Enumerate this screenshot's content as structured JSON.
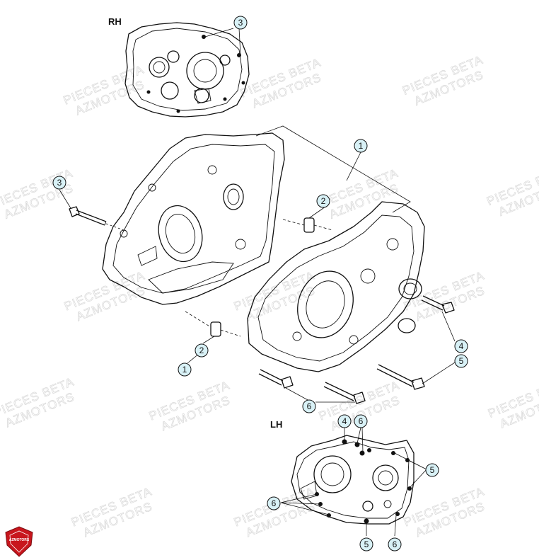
{
  "views": {
    "rh_label": "RH",
    "lh_label": "LH"
  },
  "watermark": {
    "line1": "PIECES BETA",
    "line2": "AZMOTORS"
  },
  "logo": {
    "text": "AZMOTORS",
    "color": "#c8161d"
  },
  "accent_color": "#d8f1f6",
  "callouts": {
    "rh_3": "3",
    "main_1_top": "1",
    "main_2_top": "2",
    "main_3_left": "3",
    "main_4": "4",
    "main_5": "5",
    "main_2_bottom": "2",
    "main_1_bottom": "1",
    "main_6": "6",
    "lh_4": "4",
    "lh_6_top": "6",
    "lh_5_right": "5",
    "lh_6_left": "6",
    "lh_5_bottom": "5",
    "lh_6_bottom": "6"
  }
}
